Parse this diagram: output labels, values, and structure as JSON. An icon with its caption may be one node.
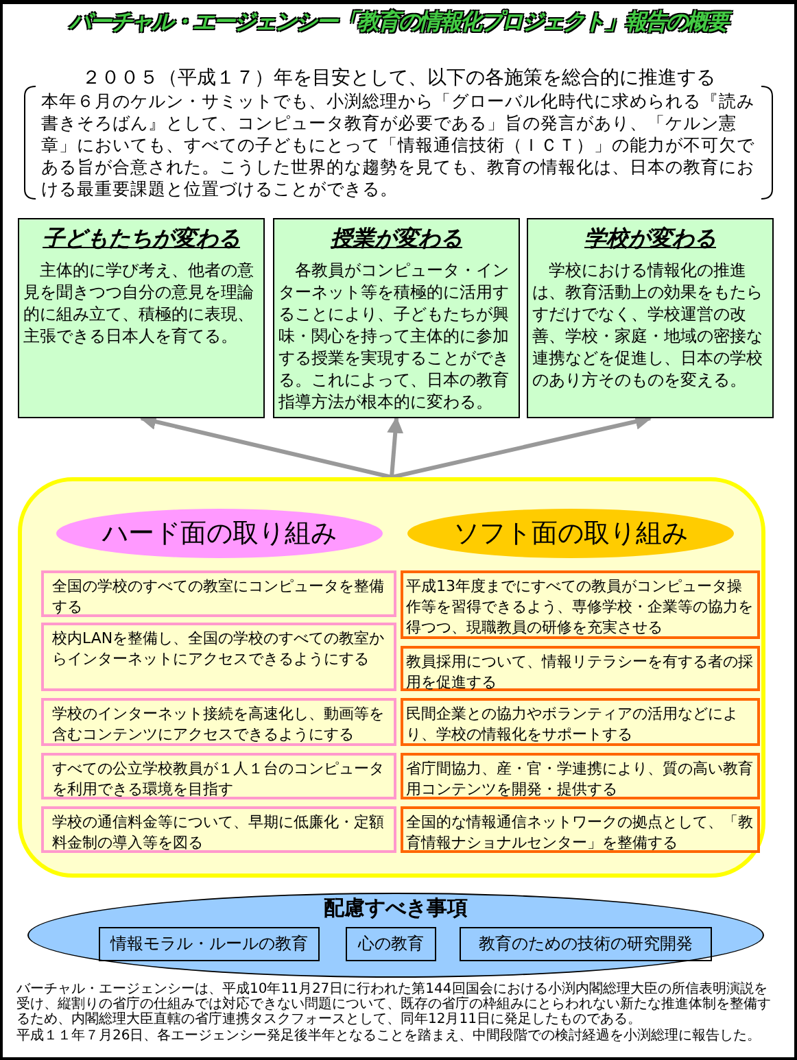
{
  "diagram": {
    "title": "バーチャル・エージェンシー「教育の情報化プロジェクト」報告の概要",
    "nodes": [
      {
        "text": [
          "２００５（平成１７）年を目安として、以下の各施策を総合的に推進する",
          "本年６月のケルン・サミットでも、小渕総理から「グローバル化時代に求められる『読み書きそろばん』として、コンピュータ教育が必要である」旨の発言があり、「ケルン憲章」においても、すべての子どもにとって「情報通信技術（ＩＣＴ）」の能力が不可欠である旨が合意された。こうした世界的な趨勢を見ても、教育の情報化は、日本の教育における最重要課題と位置づけることができる。"
        ]
      },
      {
        "text": [
          "子どもたちが変わる",
          "主体的に学び考え、他者の意見を聞きつつ自分の意見を理論的に組み立て、積極的に表現、主張できる日本人を育てる。"
        ]
      },
      {
        "text": [
          "授業が変わる",
          "各教員がコンピュータ・インターネット等を積極的に活用することにより、子どもたちが興味・関心を持って主体的に参加する授業を実現することができる。これによって、日本の教育指導方法が根本的に変わる。"
        ]
      },
      {
        "text": [
          "学校が変わる",
          "学校における情報化の推進は、教育活動上の効果をもたらすだけでなく、学校運営の改善、学校・家庭・地域の密接な連携などを促進し、日本の学校のあり方そのものを変える。"
        ]
      },
      {
        "text": [],
        "shape": "box"
      },
      {
        "text": [
          "ハード面の取り組み"
        ],
        "in": 4
      },
      {
        "text": [
          "ソフト面の取り組み"
        ],
        "in": 4
      },
      {
        "text": [
          "全国の学校のすべての教室にコンピュータを整備する"
        ],
        "in": 4
      },
      {
        "text": [
          "校内LANを整備し、全国の学校のすべての教室からインターネットにアクセスできるようにする"
        ],
        "in": 4
      },
      {
        "text": [
          "学校のインターネット接続を高速化し、動画等を含むコンテンツにアクセスできるようにする"
        ],
        "in": 4
      },
      {
        "text": [
          "すべての公立学校教員が１人１台のコンピュータを利用できる環境を目指す"
        ],
        "in": 4
      },
      {
        "text": [
          "学校の通信料金等について、早期に低廉化・定額料金制の導入等を図る"
        ],
        "in": 4
      },
      {
        "text": [
          "平成13年度までにすべての教員がコンピュータ操作等を習得できるよう、専修学校・企業等の協力を得つつ、現職教員の研修を充実させる"
        ],
        "in": 4
      },
      {
        "text": [
          "教員採用について、情報リテラシーを有する者の採用を促進する"
        ],
        "in": 4
      },
      {
        "text": [
          "民間企業との協力やボランティアの活用などにより、学校の情報化をサポートする"
        ],
        "in": 4
      },
      {
        "text": [
          "省庁間協力、産・官・学連携により、質の高い教育用コンテンツを開発・提供する"
        ],
        "in": 4
      },
      {
        "text": [
          "全国的な情報通信ネットワークの拠点として、「教育情報ナショナルセンター」を整備する"
        ],
        "in": 4
      },
      {
        "text": [
          "配慮すべき事項"
        ]
      },
      {
        "text": [
          "情報モラル・ルールの教育"
        ],
        "in": 17
      },
      {
        "text": [
          "心の教育"
        ],
        "in": 17
      },
      {
        "text": [
          "教育のための技術の研究開発"
        ],
        "in": 17
      }
    ],
    "edges": [
      {
        "from": 4,
        "to": 1,
        "arrow": "to"
      },
      {
        "from": 4,
        "to": 2,
        "arrow": "to"
      },
      {
        "from": 4,
        "to": 3,
        "arrow": "to"
      }
    ],
    "labels": [
      "バーチャル・エージェンシーは、平成10年11月27日に行われた第144回国会における小渕内閣総理大臣の所信表明演説を受け、縦割りの省庁の仕組みでは対応できない問題について、既存の省庁の枠組みにとらわれない新たな推進体制を整備するため、内閣総理大臣直轄の省庁連携タスクフォースとして、同年12月11日に発足したものである。",
      "平成１１年７月26日、各エージェンシー発足後半年となることを踏まえ、中間段階での検討経過を小渕総理に報告した。"
    ]
  }
}
